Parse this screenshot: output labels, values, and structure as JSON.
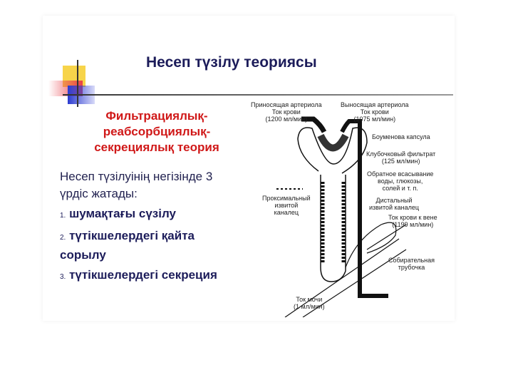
{
  "slide": {
    "title": "Несеп түзілу теориясы",
    "subtitle": [
      "Фильтрациялық-",
      "реабсорбциялық-",
      "секрециялық теория"
    ],
    "intro": "Несеп түзілуінің негізінде 3 үрдіс жатады:",
    "items": [
      {
        "num": "1.",
        "text": "шумақтағы сүзілу"
      },
      {
        "num": "2.",
        "text": "түтікшелердегі қайта сорылу"
      },
      {
        "num": "3.",
        "text": "түтікшелердегі секреция"
      }
    ]
  },
  "diagram": {
    "afferent": [
      "Приносящая артериола",
      "Ток крови",
      "(1200 мл/мин)"
    ],
    "efferent": [
      "Выносящая артериола",
      "Ток крови",
      "(1075 мл/мин)"
    ],
    "bowman": "Боуменова капсула",
    "filtrate": [
      "Клубочковый фильтрат",
      "(125 мл/мин)"
    ],
    "reabsorption": [
      "Обратное всасывание",
      "воды, глюкозы,",
      "солей и т. п."
    ],
    "proximal": [
      "Проксимальный",
      "извитой",
      "каналец"
    ],
    "distal": [
      "Дистальный",
      "извитой каналец"
    ],
    "vein": [
      "Ток крови к вене",
      "(1199 мл/мин)"
    ],
    "collecting": [
      "Собирательная",
      "трубочка"
    ],
    "urine": [
      "Ток мочи",
      "(1 мл/мин)"
    ]
  }
}
